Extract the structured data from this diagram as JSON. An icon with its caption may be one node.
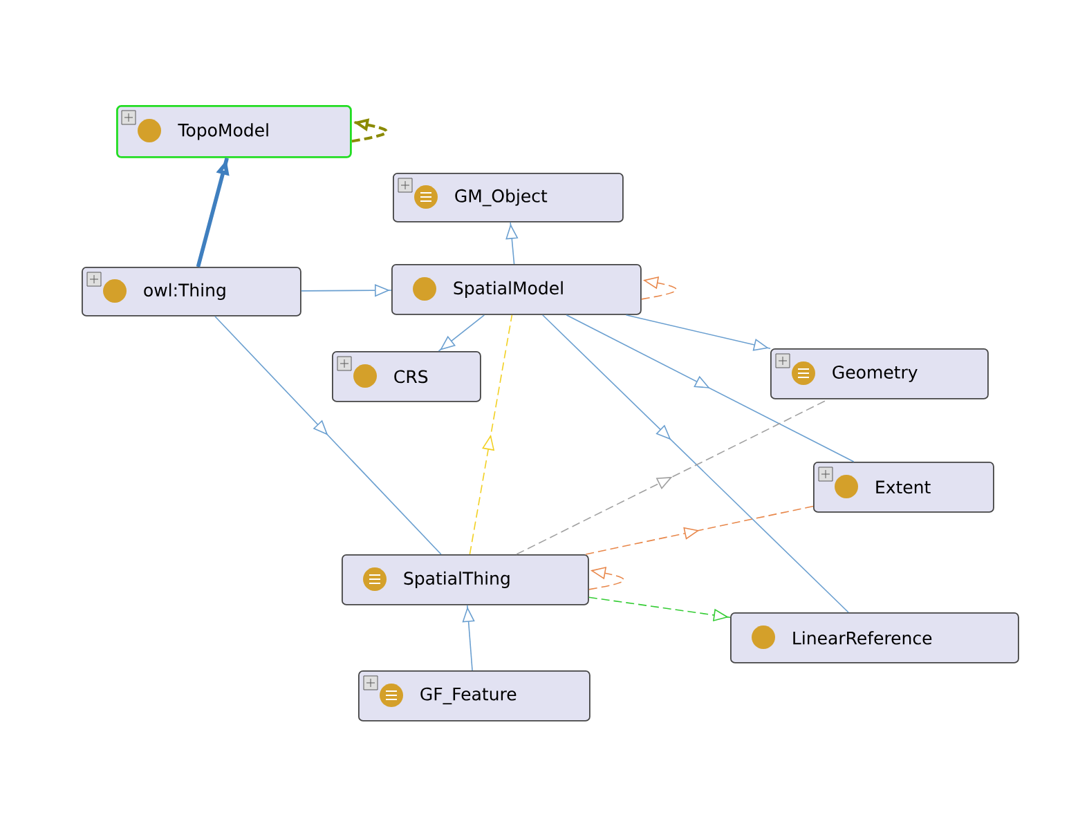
{
  "diagram": {
    "nodes": [
      {
        "text": [
          "TopoModel"
        ]
      },
      {
        "text": [
          "owl:Thing"
        ]
      },
      {
        "text": [
          "GM_Object"
        ]
      },
      {
        "text": [
          "SpatialModel"
        ]
      },
      {
        "text": [
          "CRS"
        ]
      },
      {
        "text": [
          "Geometry"
        ]
      },
      {
        "text": [
          "Extent"
        ]
      },
      {
        "text": [
          "SpatialThing"
        ]
      },
      {
        "text": [
          "LinearReference"
        ]
      },
      {
        "text": [
          "GF_Feature"
        ]
      }
    ],
    "edges": [
      {
        "from": 0,
        "to": 0,
        "arrow": "to",
        "style": "dashed",
        "color": "#8a8a00"
      },
      {
        "from": 1,
        "to": 0,
        "arrow": "to",
        "style": "thick",
        "color": "#3f7fbf"
      },
      {
        "from": 3,
        "to": 2,
        "arrow": "to"
      },
      {
        "from": 1,
        "to": 3,
        "arrow": "to"
      },
      {
        "from": 3,
        "to": 3,
        "arrow": "to",
        "style": "dashed",
        "color": "#e8874a"
      },
      {
        "from": 3,
        "to": 4,
        "arrow": "to"
      },
      {
        "from": 3,
        "to": 5,
        "arrow": "to"
      },
      {
        "from": 3,
        "to": 6,
        "arrow": "to"
      },
      {
        "from": 3,
        "to": 8,
        "arrow": "to"
      },
      {
        "from": 1,
        "to": 7,
        "arrow": "to"
      },
      {
        "from": 7,
        "to": 3,
        "arrow": "to",
        "style": "dashed",
        "color": "#f2d022"
      },
      {
        "from": 7,
        "to": 5,
        "arrow": "to",
        "style": "dashed",
        "color": "#a0a0a0"
      },
      {
        "from": 7,
        "to": 6,
        "arrow": "to",
        "style": "dashed",
        "color": "#e8874a"
      },
      {
        "from": 7,
        "to": 7,
        "arrow": "to",
        "style": "dashed",
        "color": "#e8874a"
      },
      {
        "from": 7,
        "to": 8,
        "arrow": "to",
        "style": "dashed",
        "color": "#33cc33"
      },
      {
        "from": 9,
        "to": 7,
        "arrow": "to"
      }
    ]
  }
}
